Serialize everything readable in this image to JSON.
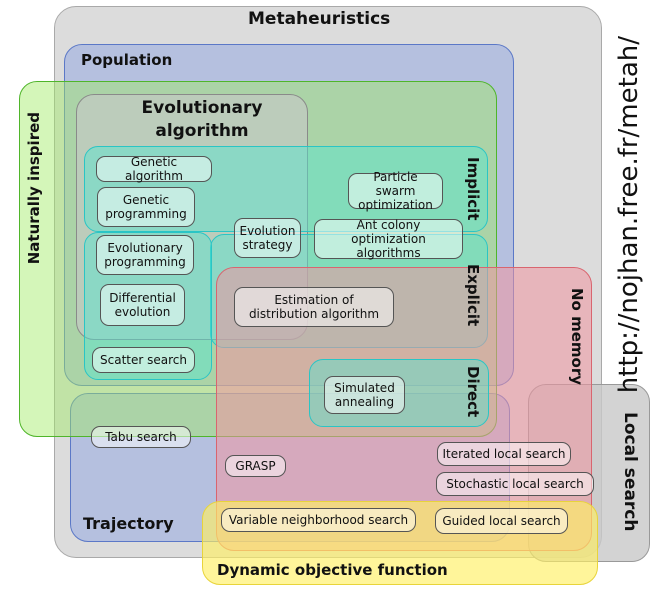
{
  "regions": {
    "metaheuristics": "Metaheuristics",
    "population": "Population",
    "naturally_inspired": "Naturally inspired",
    "evolutionary_algorithm": "Evolutionary algorithm",
    "implicit": "Implicit",
    "explicit": "Explicit",
    "direct": "Direct",
    "no_memory": "No memory",
    "local_search": "Local search",
    "trajectory": "Trajectory",
    "dynamic_objective_function": "Dynamic objective function"
  },
  "nodes": {
    "genetic_algorithm": "Genetic algorithm",
    "genetic_programming": "Genetic programming",
    "evolutionary_programming": "Evolutionary programming",
    "differential_evolution": "Differential evolution",
    "scatter_search": "Scatter search",
    "evolution_strategy": "Evolution strategy",
    "particle_swarm_optimization": "Particle swarm optimization",
    "ant_colony_optimization": "Ant colony optimization algorithms",
    "estimation_of_distribution": "Estimation of distribution algorithm",
    "simulated_annealing": "Simulated annealing",
    "tabu_search": "Tabu search",
    "grasp": "GRASP",
    "iterated_local_search": "Iterated local search",
    "stochastic_local_search": "Stochastic local search",
    "variable_neighborhood_search": "Variable neighborhood search",
    "guided_local_search": "Guided local search"
  },
  "source_url": "http://nojhan.free.fr/metah/",
  "colors": {
    "metaheuristics": "#d9d9d9",
    "population": "#b3c3e6",
    "naturally_inspired": "#a8e67a",
    "evolutionary_algorithm": "#c8c8c8",
    "memory_blocks": "#5fe6d8",
    "no_memory": "#f2a0a8",
    "local_search": "#cccccc",
    "trajectory": "#b3c3e6",
    "dynamic_objective_function": "#fff27a"
  }
}
